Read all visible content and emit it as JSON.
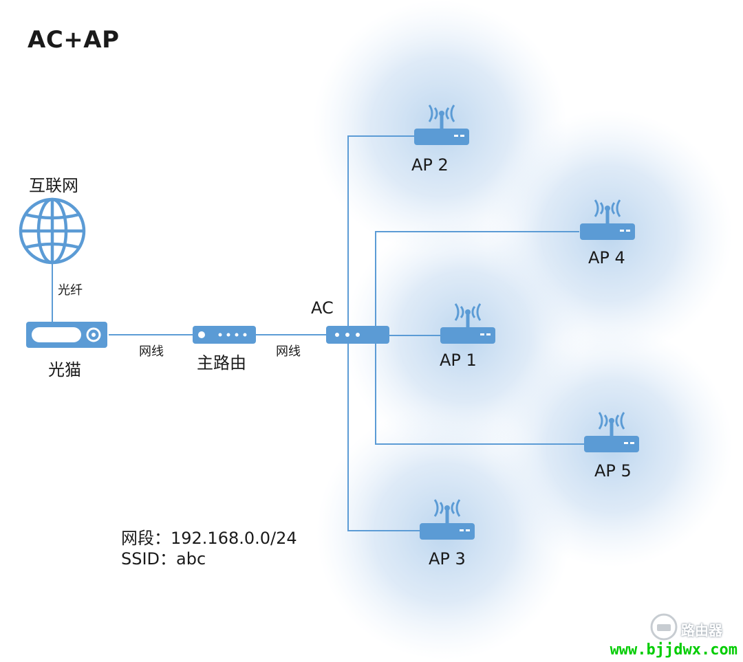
{
  "title": "AC+AP",
  "colors": {
    "device": "#5b9bd5",
    "line": "#5b9bd5",
    "coverage": "#b9d4ee",
    "text": "#1a1a1a",
    "watermark": "#00cc00"
  },
  "nodes": {
    "internet": {
      "label": "互联网",
      "icon": "globe-icon"
    },
    "modem": {
      "label": "光猫",
      "icon": "modem-icon"
    },
    "main_router": {
      "label": "主路由",
      "icon": "router-icon"
    },
    "ac": {
      "label": "AC",
      "icon": "switch-icon"
    },
    "aps": [
      {
        "id": "ap1",
        "label": "AP 1",
        "icon": "wireless-ap-icon"
      },
      {
        "id": "ap2",
        "label": "AP 2",
        "icon": "wireless-ap-icon"
      },
      {
        "id": "ap3",
        "label": "AP 3",
        "icon": "wireless-ap-icon"
      },
      {
        "id": "ap4",
        "label": "AP 4",
        "icon": "wireless-ap-icon"
      },
      {
        "id": "ap5",
        "label": "AP 5",
        "icon": "wireless-ap-icon"
      }
    ]
  },
  "links": {
    "fiber_label": "光纤",
    "cable_label_1": "网线",
    "cable_label_2": "网线"
  },
  "info": {
    "subnet": "网段：192.168.0.0/24",
    "ssid": "SSID：abc"
  },
  "watermark": {
    "url": "www.bjjdwx.com",
    "brand": "路由器"
  }
}
